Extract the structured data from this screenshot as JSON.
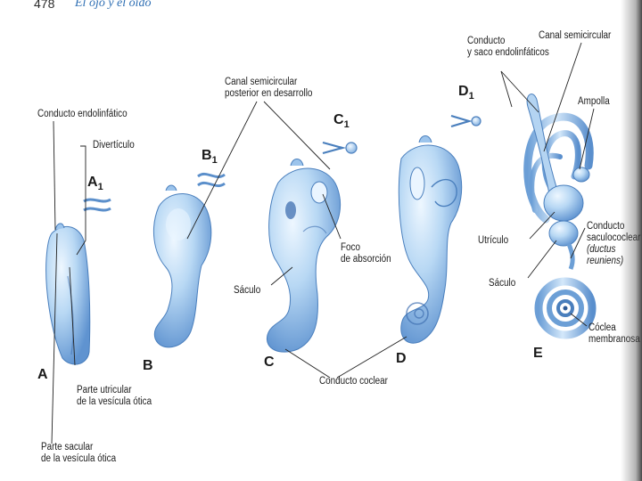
{
  "header": {
    "page_number": "478",
    "chapter_title": "El ojo y el oído"
  },
  "stage_letters": {
    "A": "A",
    "A1": "A",
    "A1_sub": "1",
    "B": "B",
    "B1": "B",
    "B1_sub": "1",
    "C": "C",
    "C1": "C",
    "C1_sub": "1",
    "D": "D",
    "D1": "D",
    "D1_sub": "1",
    "E": "E"
  },
  "labels": {
    "conducto_endolinfatico": "Conducto endolinfático",
    "diverticulo": "Divertículo",
    "parte_utricular_1": "Parte utricular",
    "parte_utricular_2": "de la vesícula ótica",
    "parte_sacular_1": "Parte sacular",
    "parte_sacular_2": "de la vesícula ótica",
    "canal_posterior_1": "Canal semicircular",
    "canal_posterior_2": "posterior en desarrollo",
    "foco_1": "Foco",
    "foco_2": "de absorción",
    "saculo_c": "Sáculo",
    "conducto_coclear": "Conducto coclear",
    "conducto_saco_1": "Conducto",
    "conducto_saco_2": "y saco endolinfáticos",
    "canal_semicircular": "Canal semicircular",
    "ampolla": "Ampolla",
    "utriculo": "Utrículo",
    "saculo_e": "Sáculo",
    "saculococlear_1": "Conducto",
    "saculococlear_2": "saculococlear",
    "saculococlear_3": "(ductus",
    "saculococlear_4": "reuniens)",
    "coclea_1": "Cóclea",
    "coclea_2": "membranosa"
  },
  "colors": {
    "structure_fill": "#a9cdef",
    "structure_light": "#e4f1fc",
    "structure_dark": "#4f83c4",
    "leader_line": "#222222",
    "title_blue": "#2f6fb4"
  }
}
